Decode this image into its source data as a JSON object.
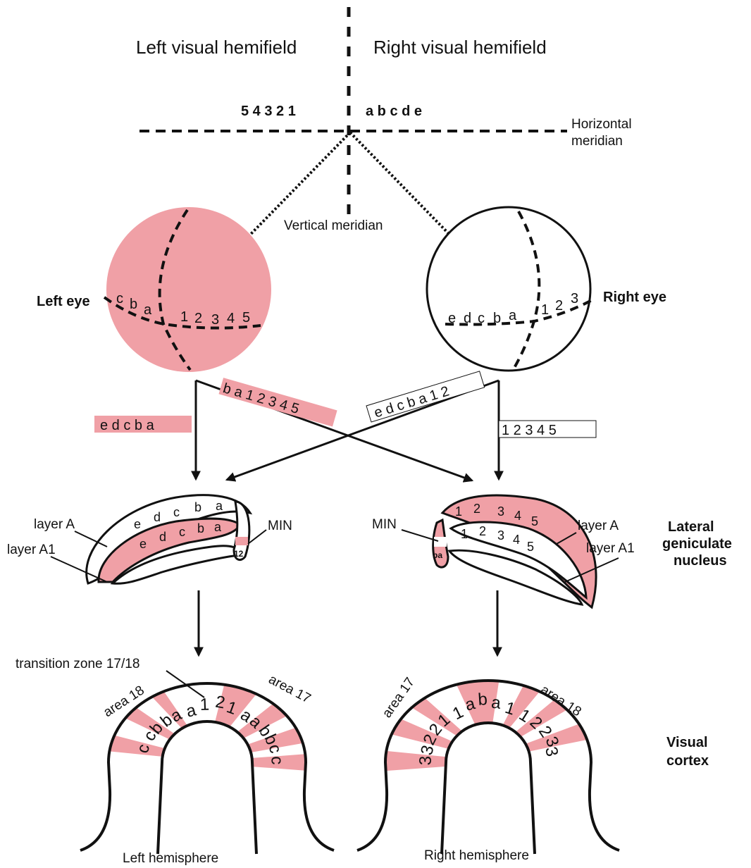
{
  "colors": {
    "pink": "#f0a0a6",
    "ink": "#111111",
    "white": "#ffffff"
  },
  "visual_field": {
    "left_title": "Left visual hemifield",
    "right_title": "Right visual hemifield",
    "left_sequence": "5 4 3 2 1",
    "right_sequence": "a b c d e",
    "horizontal_meridian": [
      "Horizontal",
      "meridian"
    ],
    "vertical_meridian": "Vertical meridian"
  },
  "eyes": {
    "left_label": "Left eye",
    "right_label": "Right eye",
    "left_eye_letters": [
      "c",
      "b",
      "a"
    ],
    "left_eye_numbers": [
      "1",
      "2",
      "3",
      "4",
      "5"
    ],
    "right_eye_letters": [
      "e",
      "d",
      "c",
      "b",
      "a"
    ],
    "right_eye_numbers": [
      "1",
      "2",
      "3"
    ]
  },
  "projections": {
    "left_uncrossed": "e d c b a",
    "left_crossed": "b a 1 2 3 4 5",
    "right_crossed": "e d c b a 1 2",
    "right_uncrossed": "1 2 3 4 5"
  },
  "lgn": {
    "title": [
      "Lateral",
      "geniculate",
      "nucleus"
    ],
    "layer_a": "layer A",
    "layer_a1": "layer A1",
    "min": "MIN",
    "left_layer_a_letters": [
      "e",
      "d",
      "c",
      "b",
      "a"
    ],
    "left_layer_a1_letters": [
      "e",
      "d",
      "c",
      "b",
      "a"
    ],
    "left_min_text": "12",
    "right_layer_a_numbers": [
      "1",
      "2",
      "3",
      "4",
      "5"
    ],
    "right_layer_a1_numbers": [
      "1",
      "2",
      "3",
      "4",
      "5"
    ],
    "right_min_text": "ba"
  },
  "cortex": {
    "title": [
      "Visual",
      "cortex"
    ],
    "transition_zone": "transition zone 17/18",
    "area_18": "area 18",
    "area_17": "area 17",
    "left_hemisphere": "Left hemisphere",
    "right_hemisphere": "Right hemisphere",
    "left_labels": [
      "c",
      "c",
      "b",
      "b",
      "a",
      "a",
      "1",
      "2",
      "1",
      "a",
      "a",
      "b",
      "b",
      "c",
      "c"
    ],
    "right_labels": [
      "3",
      "3",
      "2",
      "2",
      "1",
      "1",
      "a",
      "b",
      "a",
      "1",
      "1",
      "2",
      "2",
      "3",
      "3"
    ]
  }
}
